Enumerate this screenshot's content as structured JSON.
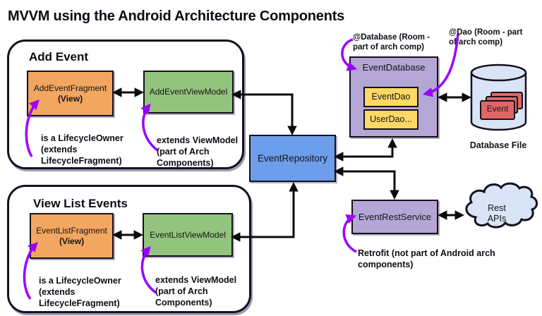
{
  "title": "MVVM using the Android Architecture Components",
  "colors": {
    "fragment_orange": "#F2A65F",
    "viewmodel_green": "#93C47D",
    "repository_blue": "#6D9EEB",
    "arch_lavender": "#B4A7D6",
    "dao_yellow": "#FFD966",
    "record_red": "#E06666",
    "storage_lightblue": "#D9E5F6",
    "arrow_black": "#0b0b0b",
    "arrow_purple": "#9A00FF"
  },
  "groups": {
    "add_event": {
      "label": "Add Event",
      "fragment": {
        "name": "AddEventFragment",
        "role": "(View)"
      },
      "viewmodel": {
        "name": "AddEventViewModel"
      },
      "fragment_note": "is a LifecycleOwner\n(extends\nLifecycleFragment)",
      "viewmodel_note": "extends ViewModel\n(part of Arch\nComponents)"
    },
    "view_list_events": {
      "label": "View List Events",
      "fragment": {
        "name": "EventListFragment",
        "role": "(View)"
      },
      "viewmodel": {
        "name": "EventListViewModel"
      },
      "fragment_note": "is a LifecycleOwner\n(extends\nLifecycleFragment)",
      "viewmodel_note": "extends ViewModel\n(part of Arch\nComponents)"
    }
  },
  "repository": {
    "label": "EventRepository"
  },
  "database": {
    "label": "EventDatabase",
    "daos": [
      "EventDao",
      "UserDao..."
    ],
    "note_database": "@Database (Room -\npart of arch comp)",
    "note_dao": "@Dao (Room - part\nof arch comp)",
    "file": {
      "label": "Database File",
      "record": "Event"
    }
  },
  "rest": {
    "service": "EventRestService",
    "cloud": "Rest\nAPIs",
    "note": "Retrofit (not part of Android arch components)"
  }
}
